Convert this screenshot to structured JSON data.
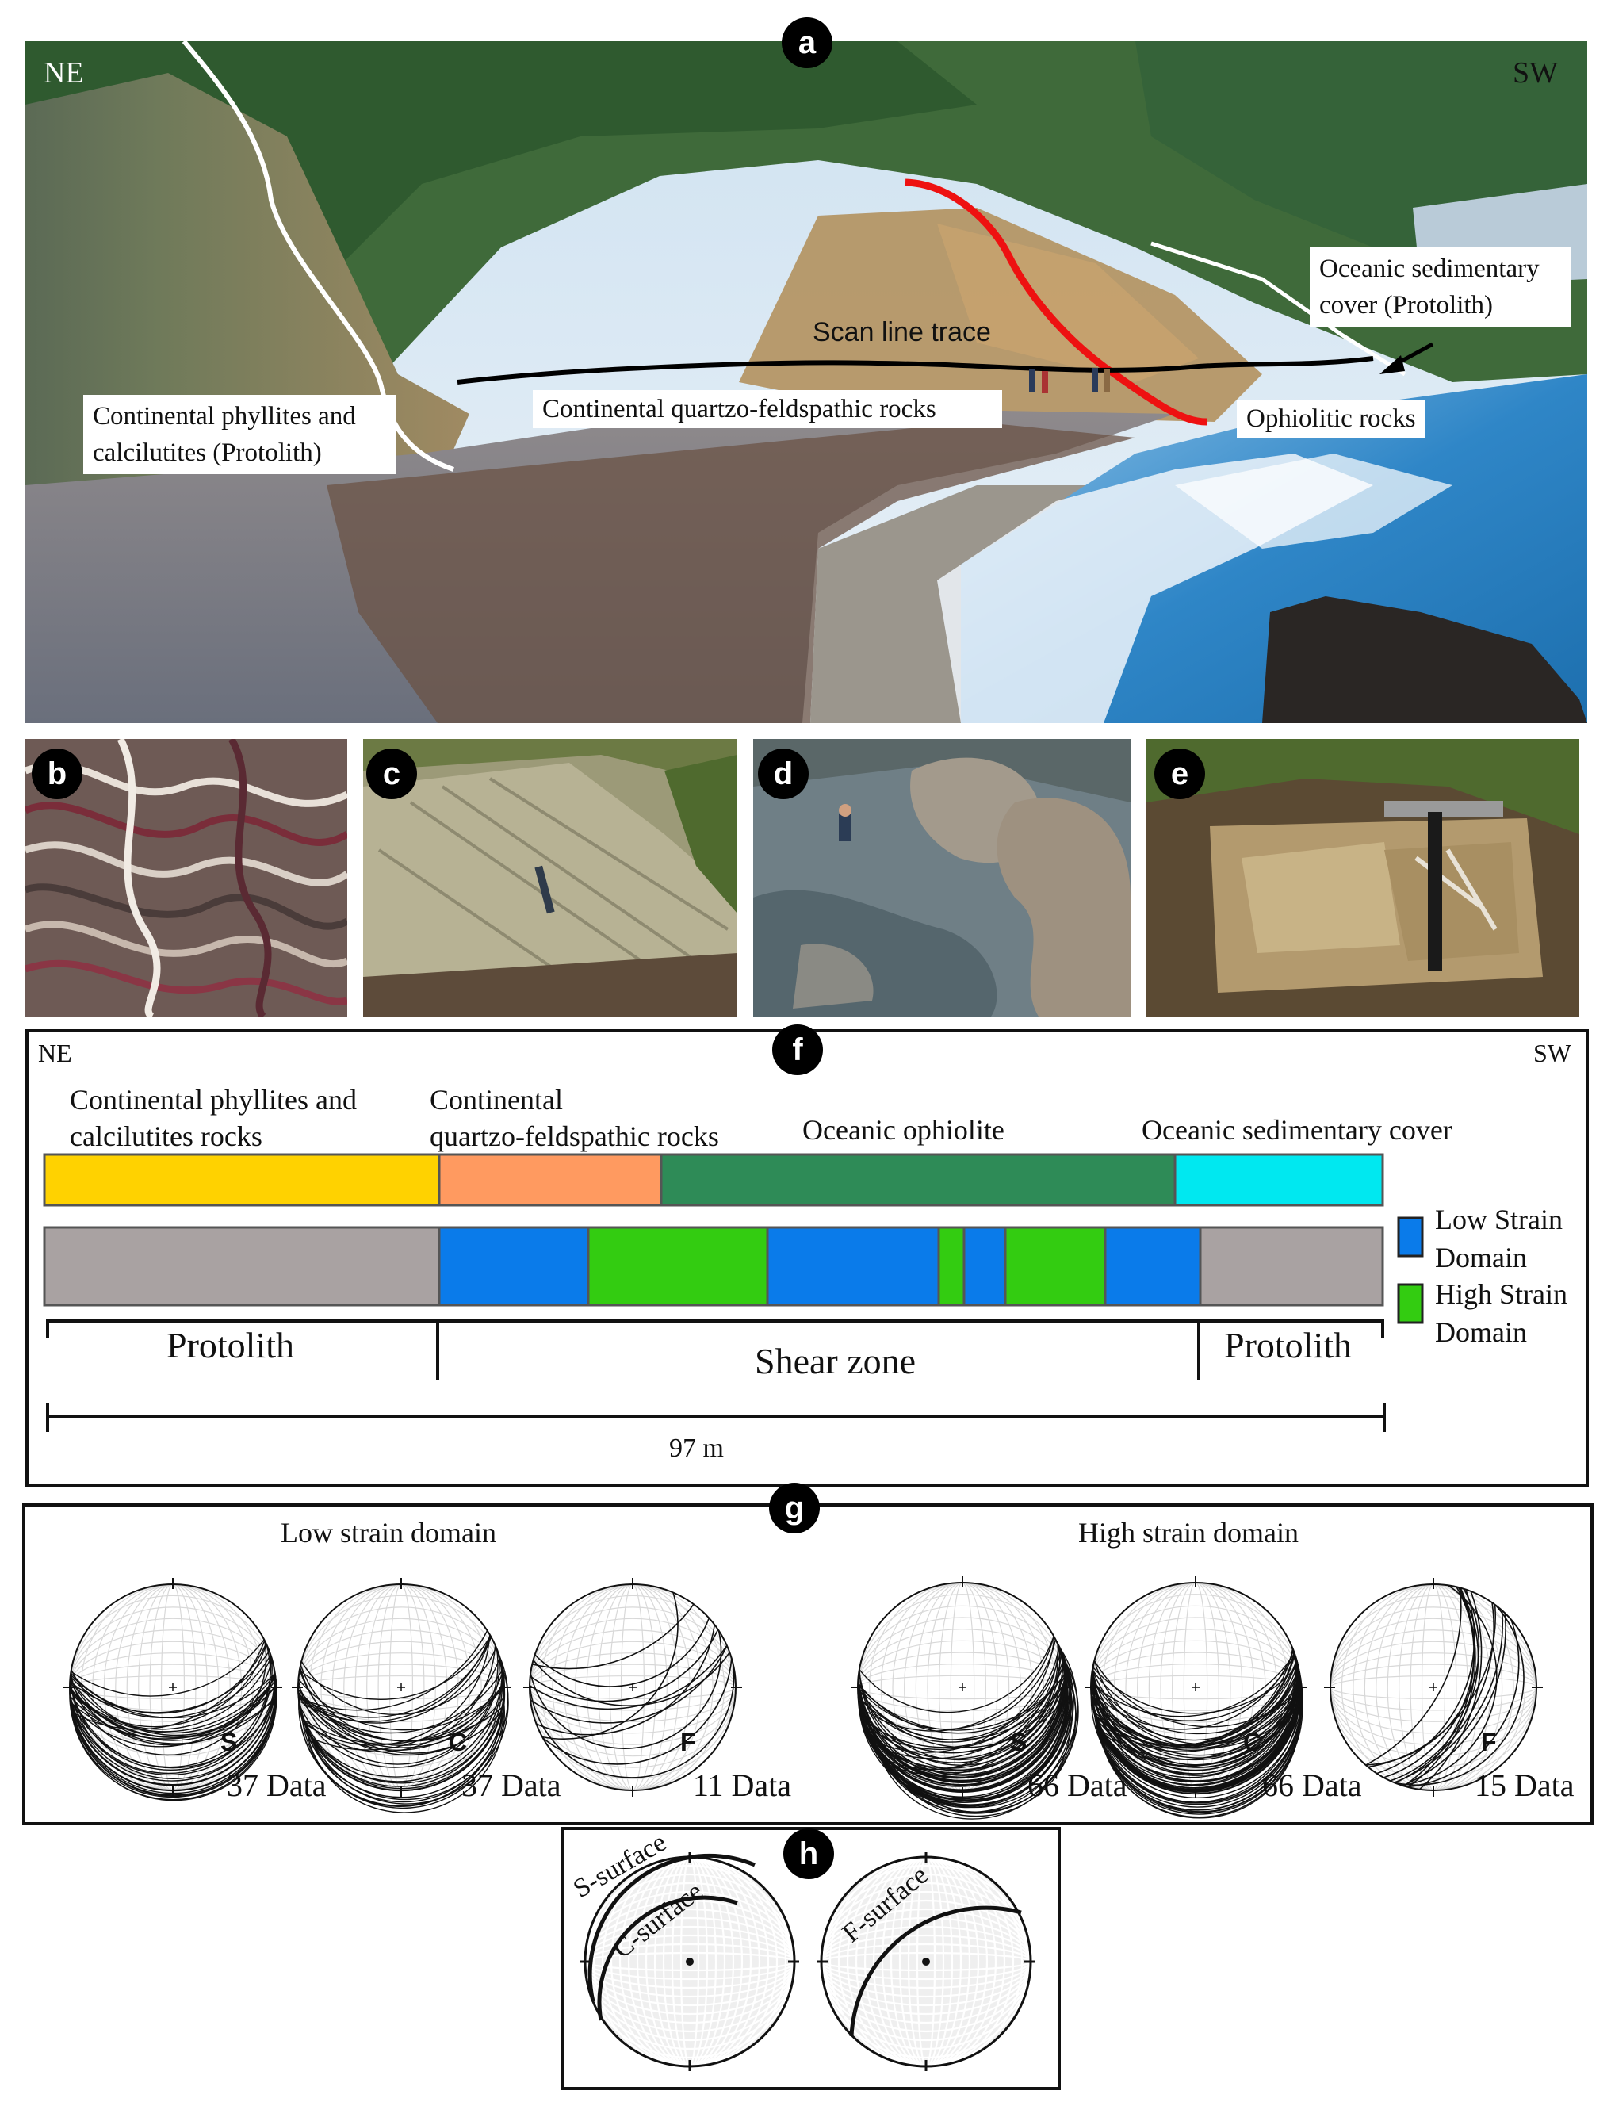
{
  "panels": {
    "a": {
      "letter": "a",
      "left_dir": "NE",
      "right_dir": "SW",
      "scan_line": "Scan line trace",
      "label_phyllites": "Continental phyllites and\ncalcilutites (Protolith)",
      "label_quartzo": "Continental quartzo-feldspathic rocks",
      "label_ophiolitic": "Ophiolitic rocks",
      "label_oceanic": "Oceanic sedimentary\ncover (Protolith)"
    },
    "b": {
      "letter": "b"
    },
    "c": {
      "letter": "c"
    },
    "d": {
      "letter": "d"
    },
    "e": {
      "letter": "e"
    },
    "f": {
      "letter": "f",
      "left_dir": "NE",
      "right_dir": "SW",
      "unit1": "Continental phyllites and\ncalcilutites rocks",
      "unit2": "Continental\nquartzo-feldspathic rocks",
      "unit3": "Oceanic ophiolite",
      "unit4": "Oceanic sedimentary cover",
      "legend_low": "Low Strain\nDomain",
      "legend_high": "High Strain\nDomain",
      "protolith_left": "Protolith",
      "shear_zone": "Shear zone",
      "protolith_right": "Protolith",
      "scale": "97 m"
    },
    "g": {
      "letter": "g",
      "low_title": "Low strain domain",
      "high_title": "High strain domain",
      "nets": [
        {
          "letter": "S",
          "count": "37 Data"
        },
        {
          "letter": "C",
          "count": "37 Data"
        },
        {
          "letter": "F",
          "count": "11 Data"
        },
        {
          "letter": "S",
          "count": "66 Data"
        },
        {
          "letter": "C",
          "count": "66 Data"
        },
        {
          "letter": "F",
          "count": "15 Data"
        }
      ]
    },
    "h": {
      "letter": "h",
      "s_surface": "S-surface",
      "c_surface": "C-surface",
      "f_surface": "F-surface"
    }
  },
  "colors": {
    "phyllites": "#ffd200",
    "quartzo": "#ff9a60",
    "ophiolite": "#2e8b57",
    "sed_cover": "#00e8f0",
    "protolith_gray": "#a9a2a2",
    "low_strain": "#0a7bea",
    "high_strain": "#33cc11",
    "contact_white": "#ffffff",
    "contact_red": "#ee1111"
  }
}
